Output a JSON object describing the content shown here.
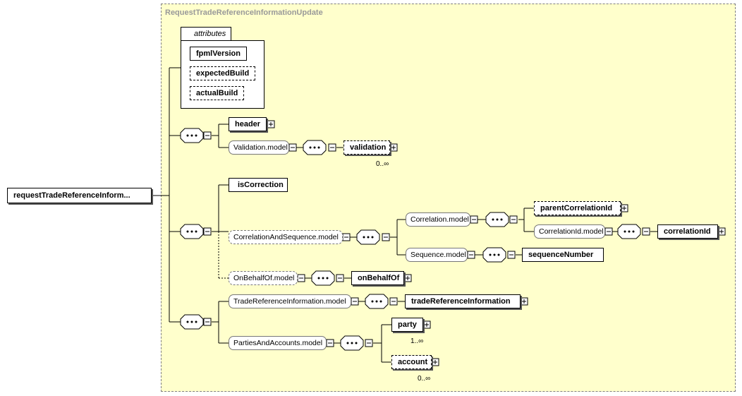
{
  "frame_title": "RequestTradeReferenceInformationUpdate",
  "attributes_label": "attributes",
  "attributes": [
    "fpmlVersion",
    "expectedBuild",
    "actualBuild"
  ],
  "root": "requestTradeReferenceInform...",
  "elements": {
    "header": "header",
    "validation": "validation",
    "isCorrection": "isCorrection",
    "parentCorrelationId": "parentCorrelationId",
    "correlationId": "correlationId",
    "sequenceNumber": "sequenceNumber",
    "onBehalfOf": "onBehalfOf",
    "tradeReferenceInformation": "tradeReferenceInformation",
    "party": "party",
    "account": "account"
  },
  "models": {
    "validation": "Validation.model",
    "correlationAndSequence": "CorrelationAndSequence.model",
    "correlation": "Correlation.model",
    "correlationId": "CorrelationId.model",
    "sequence": "Sequence.model",
    "onBehalfOf": "OnBehalfOf.model",
    "tradeReferenceInformation": "TradeReferenceInformation.model",
    "partiesAndAccounts": "PartiesAndAccounts.model"
  },
  "multiplicity": {
    "validation": "0..∞",
    "party": "1..∞",
    "account": "0..∞"
  }
}
